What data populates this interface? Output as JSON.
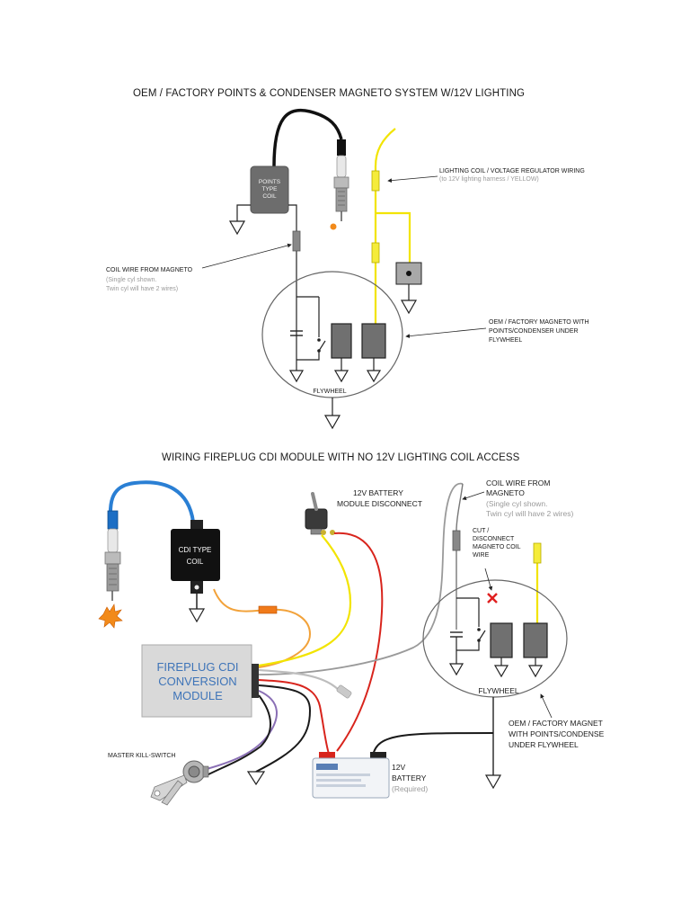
{
  "top": {
    "title": "OEM / FACTORY POINTS & CONDENSER MAGNETO SYSTEM W/12V LIGHTING",
    "coil_label_1": "POINTS",
    "coil_label_2": "TYPE",
    "coil_label_3": "COIL",
    "lighting_label": "LIGHTING COIL / VOLTAGE REGULATOR WIRING",
    "lighting_sub": "(to 12V lighting harness / YELLOW)",
    "coil_wire_label": "COIL WIRE FROM MAGNETO",
    "coil_wire_sub_1": "(Single cyl shown.",
    "coil_wire_sub_2": "Twin cyl will have 2 wires)",
    "magneto_label_1": "OEM / FACTORY MAGNETO WITH",
    "magneto_label_2": "POINTS/CONDENSER UNDER",
    "magneto_label_3": "FLYWHEEL",
    "flywheel_label": "FLYWHEEL"
  },
  "bottom": {
    "title": "WIRING FIREPLUG CDI MODULE WITH NO 12V LIGHTING COIL ACCESS",
    "cdi_coil_1": "CDI TYPE",
    "cdi_coil_2": "COIL",
    "disconnect_1": "12V BATTERY",
    "disconnect_2": "MODULE DISCONNECT",
    "coil_wire_1": "COIL WIRE FROM",
    "coil_wire_2": "MAGNETO",
    "coil_wire_sub_1": "(Single cyl shown.",
    "coil_wire_sub_2": "Twin cyl will have 2 wires)",
    "cut_1": "CUT /",
    "cut_2": "DISCONNECT",
    "cut_3": "MAGNETO COIL",
    "cut_4": "WIRE",
    "module_1": "FIREPLUG CDI",
    "module_2": "CONVERSION",
    "module_3": "MODULE",
    "flywheel_label": "FLYWHEEL",
    "magnet_1": "OEM / FACTORY MAGNET",
    "magnet_2": "WITH POINTS/CONDENSE",
    "magnet_3": "UNDER FLYWHEEL",
    "kill_switch": "MASTER KILL-SWITCH",
    "battery_1": "12V",
    "battery_2": "BATTERY",
    "battery_sub": "(Required)"
  },
  "colors": {
    "black_wire": "#1a1a1a",
    "yellow_wire": "#f2e400",
    "blue_wire": "#2a7fd4",
    "red_wire": "#d8241c",
    "orange_wire": "#f2a23a",
    "gray_wire": "#9a9a9a",
    "purple_wire": "#8a6fb5",
    "module_fill": "#d9d9d9",
    "module_text": "#3e74b8"
  }
}
